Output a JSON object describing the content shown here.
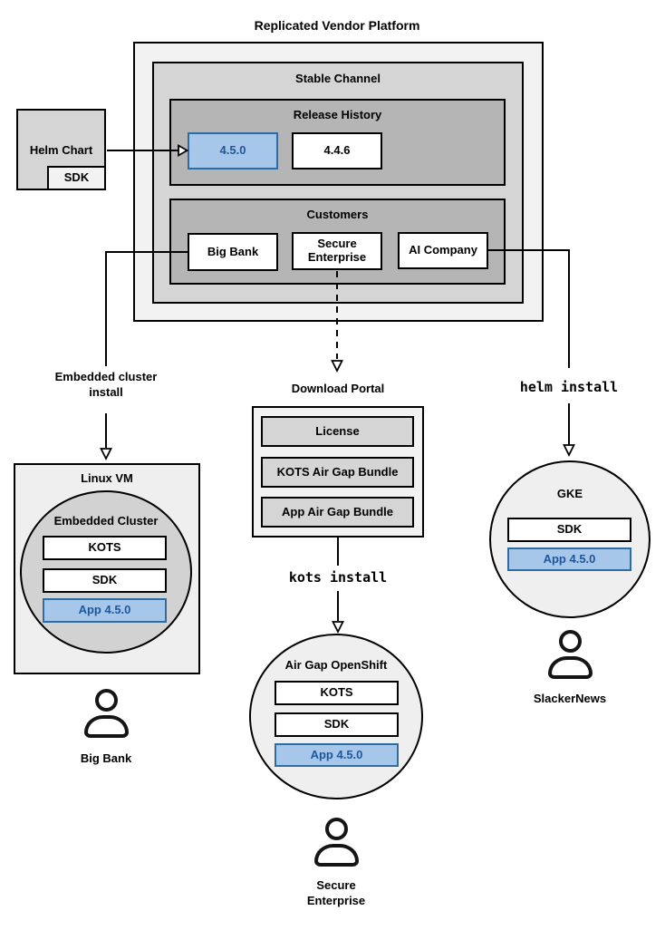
{
  "title": "Replicated Vendor Platform",
  "colors": {
    "highlight_fill": "#a7c7ea",
    "highlight_border": "#2e6da4",
    "highlight_text": "#1e5799",
    "gray_lightest": "#f2f2f2",
    "gray_light": "#d5d5d5",
    "gray_medium": "#b5b5b5"
  },
  "vendor_platform": {
    "stable_channel": {
      "label": "Stable Channel",
      "release_history": {
        "label": "Release History",
        "releases": [
          {
            "version": "4.5.0",
            "highlighted": true
          },
          {
            "version": "4.4.6",
            "highlighted": false
          }
        ]
      },
      "customers": {
        "label": "Customers",
        "items": [
          {
            "name": "Big Bank"
          },
          {
            "name": "Secure Enterprise"
          },
          {
            "name": "AI Company"
          }
        ]
      }
    }
  },
  "helm_chart": {
    "label": "Helm Chart",
    "sdk_label": "SDK"
  },
  "flows": {
    "big_bank": {
      "arrow_label": "Embedded cluster install",
      "environment": {
        "label": "Linux VM",
        "cluster_label": "Embedded Cluster",
        "components": [
          "KOTS",
          "SDK",
          "App 4.5.0"
        ]
      },
      "user_label": "Big Bank"
    },
    "secure_enterprise": {
      "portal": {
        "label": "Download Portal",
        "items": [
          "License",
          "KOTS Air Gap Bundle",
          "App Air Gap Bundle"
        ]
      },
      "arrow_label": "kots install",
      "environment": {
        "label": "Air Gap OpenShift",
        "components": [
          "KOTS",
          "SDK",
          "App 4.5.0"
        ]
      },
      "user_label": "Secure Enterprise"
    },
    "ai_company": {
      "arrow_label": "helm install",
      "environment": {
        "label": "GKE",
        "components": [
          "SDK",
          "App 4.5.0"
        ]
      },
      "user_label": "SlackerNews"
    }
  }
}
